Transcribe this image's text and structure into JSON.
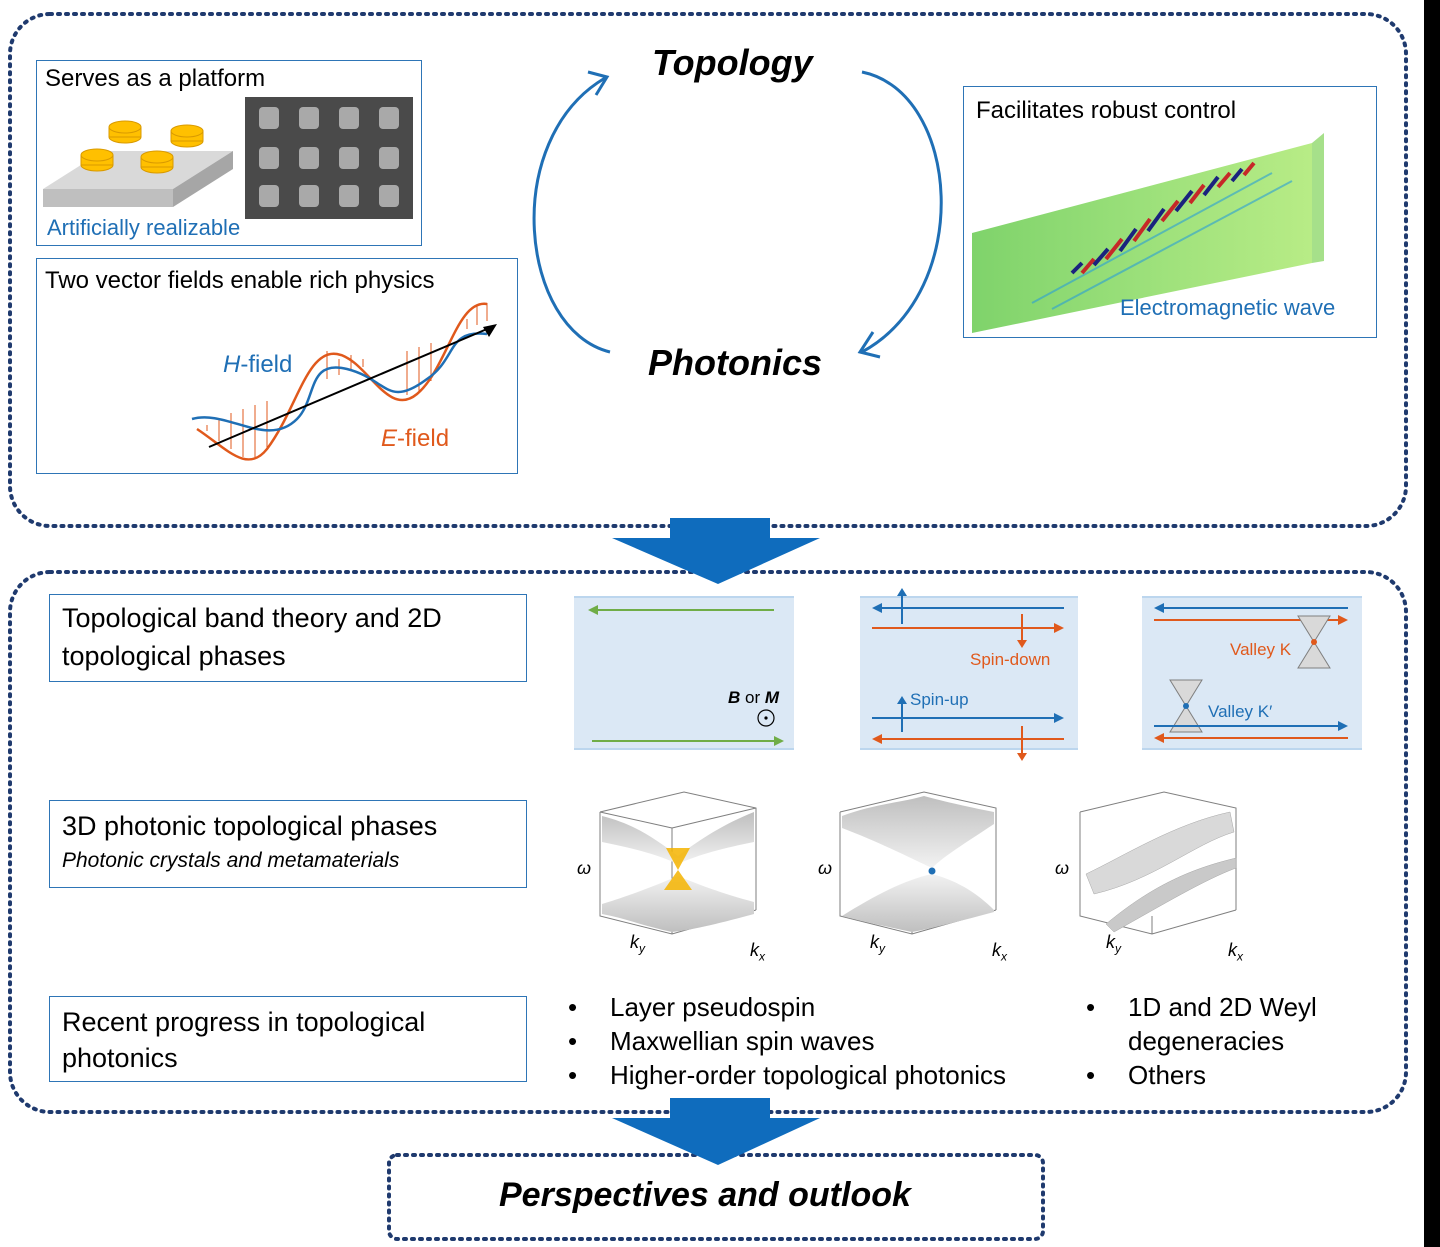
{
  "top": {
    "topology": "Topology",
    "photonics": "Photonics",
    "platform": {
      "title": "Serves as a platform",
      "caption": "Artificially realizable"
    },
    "fields": {
      "title": "Two vector fields enable rich physics",
      "h_prefix": "H",
      "h_suffix": "-field",
      "e_prefix": "E",
      "e_suffix": "-field"
    },
    "control": {
      "title": "Facilitates robust control",
      "caption": "Electromagnetic wave"
    }
  },
  "middle": {
    "row1": {
      "line1": "Topological band theory and 2D",
      "line2": "topological phases"
    },
    "row2": {
      "title": "3D photonic topological phases",
      "subtitle": "Photonic crystals and metamaterials"
    },
    "row3": {
      "line1": "Recent progress in topological",
      "line2": "photonics"
    },
    "panel_a": {
      "b": "B",
      "or": " or ",
      "m": "M"
    },
    "panel_b": {
      "spin_down": "Spin-down",
      "spin_up": "Spin-up"
    },
    "panel_c": {
      "valley_k": "Valley K",
      "valley_kp": "Valley K′"
    },
    "axes": {
      "omega": "ω",
      "k": "k",
      "y": "y",
      "x": "x"
    },
    "bullets_left": [
      "Layer pseudospin",
      "Maxwellian spin waves",
      "Higher-order topological photonics"
    ],
    "bullets_right": [
      "1D and 2D Weyl",
      "degeneracies",
      "Others"
    ]
  },
  "bottom": {
    "title": "Perspectives and outlook"
  },
  "colors": {
    "blue": "#1f6fb5",
    "orange": "#e0591c",
    "green": "#70ad47",
    "dark_blue": "#1f3a6e",
    "arrow": "#0f6cbd",
    "gold": "#f5b400"
  }
}
